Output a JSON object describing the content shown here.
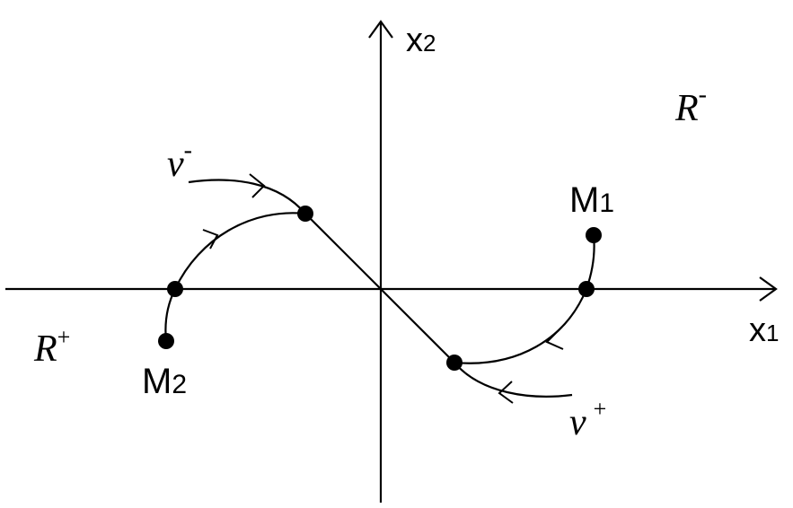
{
  "axes": {
    "x": {
      "base": "x",
      "sub": "1"
    },
    "y": {
      "base": "x",
      "sub": "2"
    }
  },
  "regions": {
    "positive": {
      "base": "R",
      "sup": "+"
    },
    "negative": {
      "base": "R",
      "sup": "-"
    }
  },
  "points": {
    "m1": {
      "base": "M",
      "sub": "1"
    },
    "m2": {
      "base": "M",
      "sub": "2"
    }
  },
  "curves": {
    "nu_minus": {
      "base": "ν",
      "sup": "-"
    },
    "nu_plus": {
      "base": "ν",
      "sup": "+"
    }
  }
}
